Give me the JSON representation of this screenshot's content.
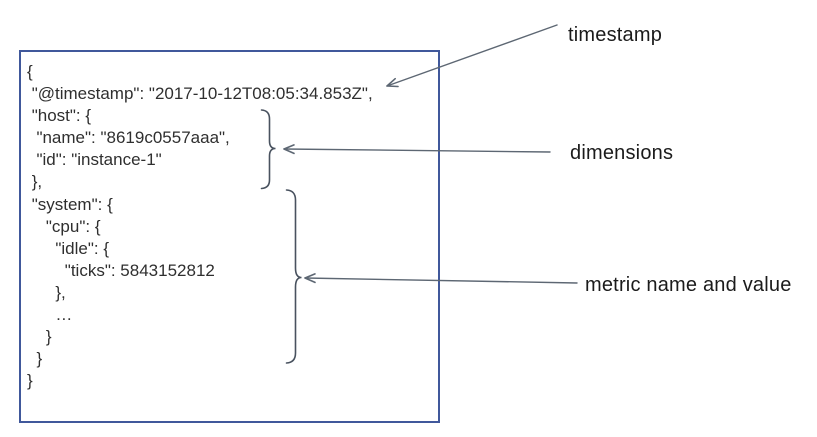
{
  "code": {
    "lines": [
      "{",
      " \"@timestamp\": \"2017-10-12T08:05:34.853Z\",",
      " \"host\": {",
      "  \"name\": \"8619c0557aaa\",",
      "  \"id\": \"instance-1\"",
      " },",
      " \"system\": {",
      "    \"cpu\": {",
      "      \"idle\": {",
      "        \"ticks\": 5843152812",
      "      },",
      "      …",
      "    }",
      "  }",
      "}"
    ]
  },
  "annotations": {
    "timestamp": "timestamp",
    "dimensions": "dimensions",
    "metric": "metric name and value"
  },
  "icons": {
    "timestamp_arrow": "arrow-pointing-down-left",
    "dimensions_arrow": "arrow-pointing-left",
    "metric_arrow": "arrow-pointing-left",
    "dimensions_brace": "curly-brace-right",
    "metric_brace": "curly-brace-right"
  },
  "colors": {
    "box_border": "#40589b",
    "code_text": "#2f2f2f",
    "label_text": "#1b1b1b",
    "arrow_gray": "#5d6773",
    "brace_gray": "#49525f"
  }
}
